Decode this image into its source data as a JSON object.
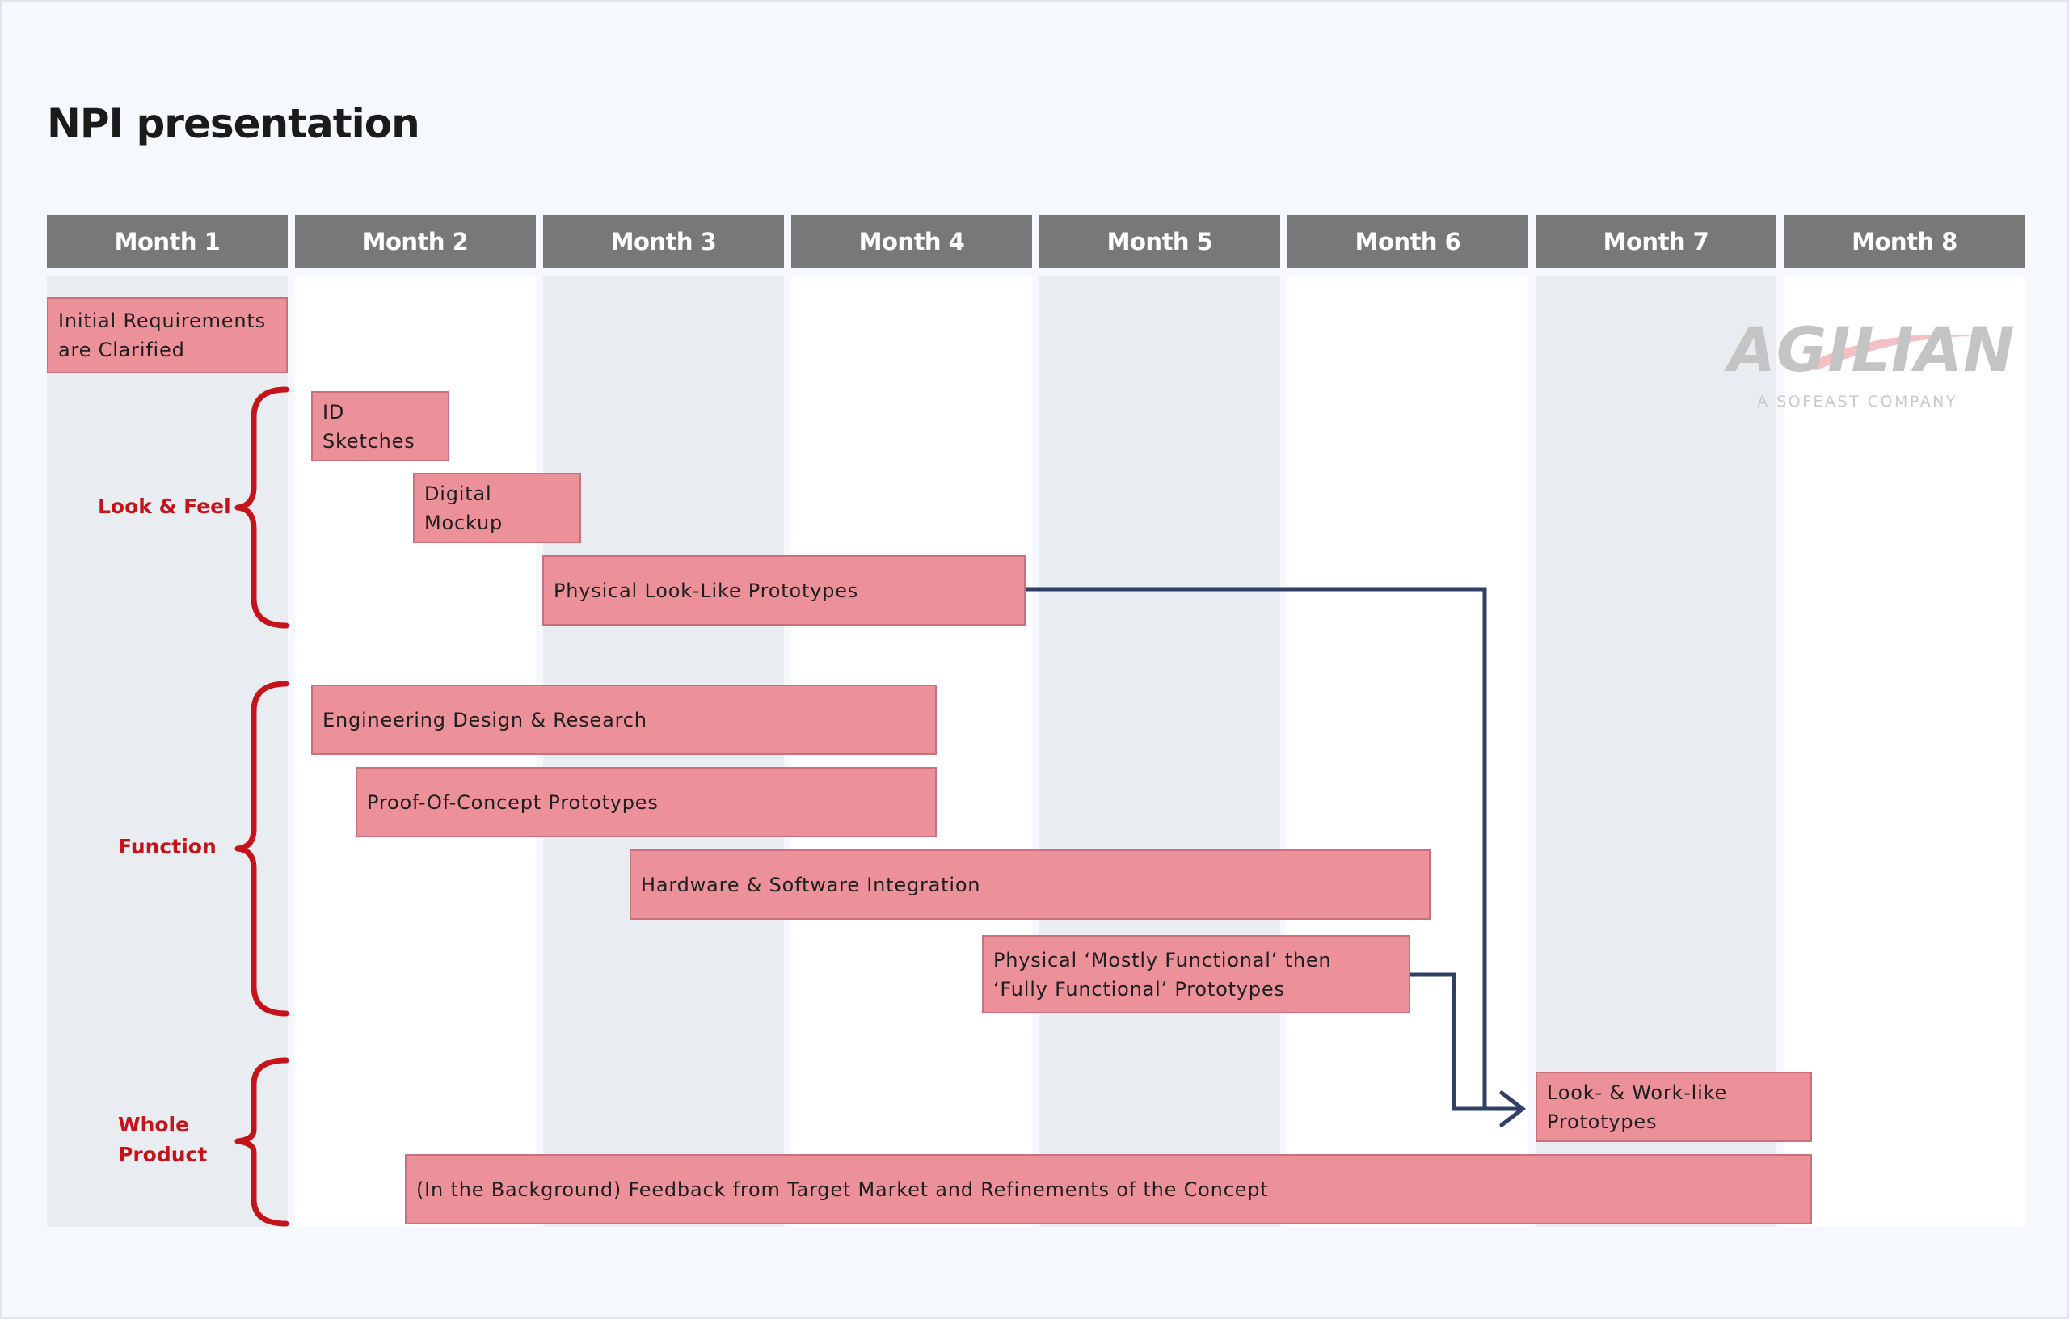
{
  "page": {
    "title": "NPI presentation"
  },
  "logo": {
    "word": "AGILIAN",
    "tagline": "A SOFEAST COMPANY"
  },
  "months": [
    "Month 1",
    "Month 2",
    "Month 3",
    "Month 4",
    "Month 5",
    "Month 6",
    "Month 7",
    "Month 8"
  ],
  "groups": {
    "look_feel": "Look & Feel",
    "function": "Function",
    "whole_product": "Whole\nProduct"
  },
  "tasks": {
    "initial_requirements": "Initial Requirements\nare Clarified",
    "id_sketches": "ID Sketches",
    "digital_mockup": "Digital Mockup",
    "physical_look_like": "Physical Look-Like Prototypes",
    "engineering_design": "Engineering Design & Research",
    "proof_of_concept": "Proof-Of-Concept Prototypes",
    "hw_sw_integration": "Hardware & Software Integration",
    "physical_functional": "Physical ‘Mostly Functional’ then\n‘Fully Functional’ Prototypes",
    "look_work_like": "Look- & Work-like Prototypes",
    "background_feedback": "(In the Background) Feedback from Target Market and Refinements of the Concept"
  },
  "colors": {
    "header_bg": "#787878",
    "bar_fill": "#ec909a",
    "bar_border": "#c8707b",
    "group_red": "#c4141a",
    "arrow_navy": "#2f3f66",
    "shade_col": "#e9edf2"
  }
}
